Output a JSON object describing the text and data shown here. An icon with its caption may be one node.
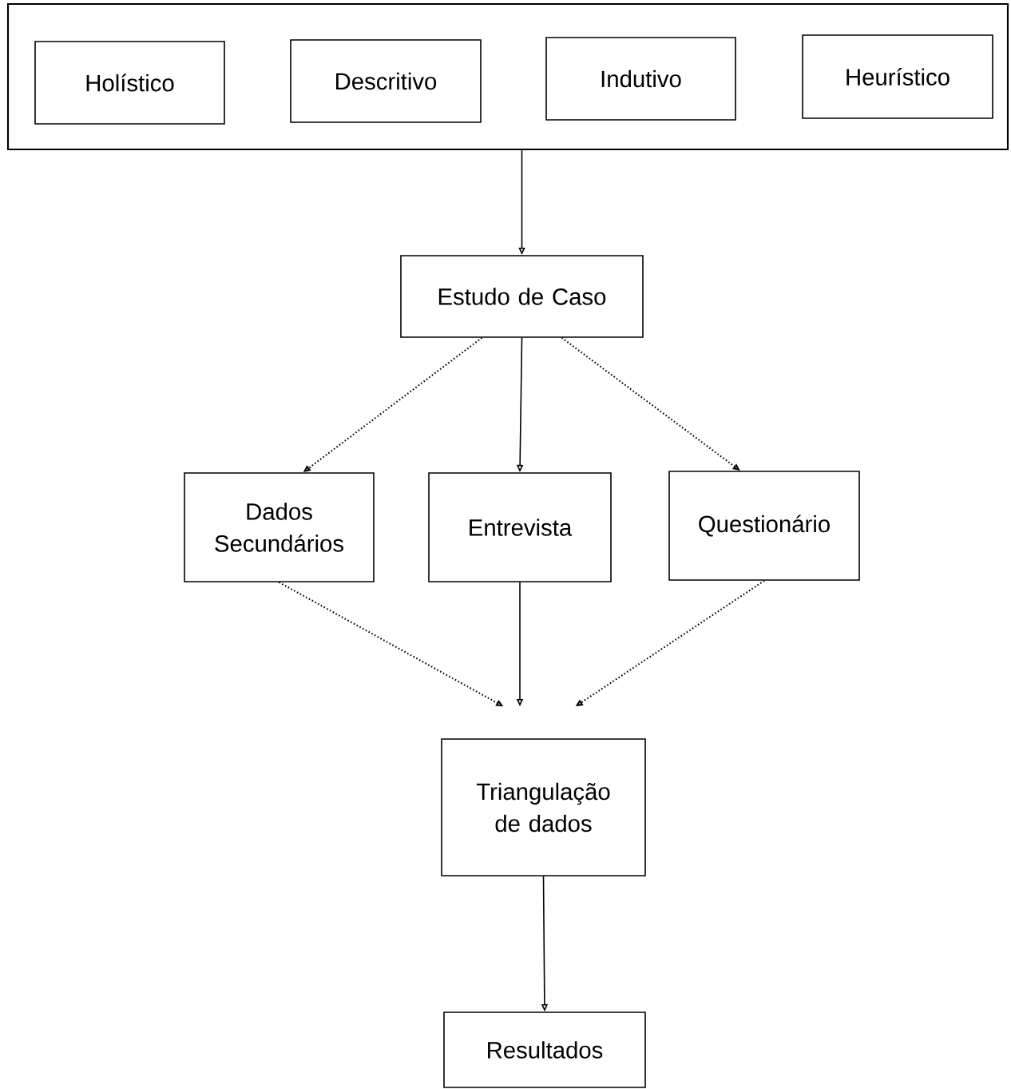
{
  "diagram": {
    "nodes": [
      {
        "text": [],
        "shape": "box"
      },
      {
        "text": [
          "Holístico"
        ],
        "in": 0
      },
      {
        "text": [
          "Descritivo"
        ],
        "in": 0
      },
      {
        "text": [
          "Indutivo"
        ],
        "in": 0
      },
      {
        "text": [
          "Heurístico"
        ],
        "in": 0
      },
      {
        "text": [
          "Estudo de Caso"
        ]
      },
      {
        "text": [
          "Dados Secundários"
        ]
      },
      {
        "text": [
          "Entrevista"
        ]
      },
      {
        "text": [
          "Questionário"
        ]
      },
      {
        "text": [
          "Triangulação de dados"
        ]
      },
      {
        "text": [
          "Resultados"
        ]
      }
    ],
    "edges": [
      {
        "from": 0,
        "to": 5,
        "arrow": "to"
      },
      {
        "from": 5,
        "to": 6,
        "arrow": "to",
        "style": "dashed"
      },
      {
        "from": 5,
        "to": 7,
        "arrow": "to"
      },
      {
        "from": 5,
        "to": 8,
        "arrow": "to",
        "style": "dashed"
      },
      {
        "from": 6,
        "to": 9,
        "arrow": "to",
        "style": "dashed"
      },
      {
        "from": 7,
        "to": 9,
        "arrow": "to"
      },
      {
        "from": 8,
        "to": 9,
        "arrow": "to",
        "style": "dashed"
      },
      {
        "from": 9,
        "to": 10,
        "arrow": "to"
      }
    ]
  }
}
